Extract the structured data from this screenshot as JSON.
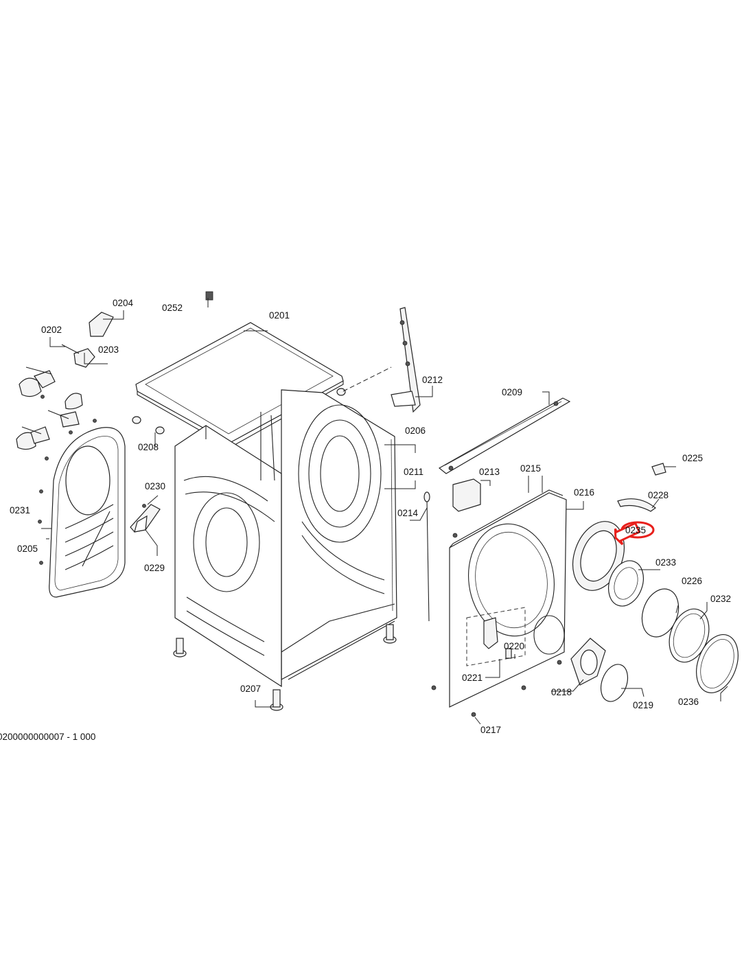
{
  "diagram": {
    "highlighted_part": "0235",
    "highlight_color": "#e8201c",
    "footer_text": "0200000000007 - 1 000",
    "callouts": {
      "c0201": "0201",
      "c0202": "0202",
      "c0203": "0203",
      "c0204": "0204",
      "c0205": "0205",
      "c0206": "0206",
      "c0207": "0207",
      "c0208": "0208",
      "c0209": "0209",
      "c0211": "0211",
      "c0212": "0212",
      "c0213": "0213",
      "c0214": "0214",
      "c0215": "0215",
      "c0216": "0216",
      "c0217": "0217",
      "c0218": "0218",
      "c0219": "0219",
      "c0220": "0220",
      "c0221": "0221",
      "c0225": "0225",
      "c0226": "0226",
      "c0228": "0228",
      "c0229": "0229",
      "c0230": "0230",
      "c0231": "0231",
      "c0232": "0232",
      "c0233": "0233",
      "c0235": "0235",
      "c0236": "0236",
      "c0252": "0252"
    }
  }
}
